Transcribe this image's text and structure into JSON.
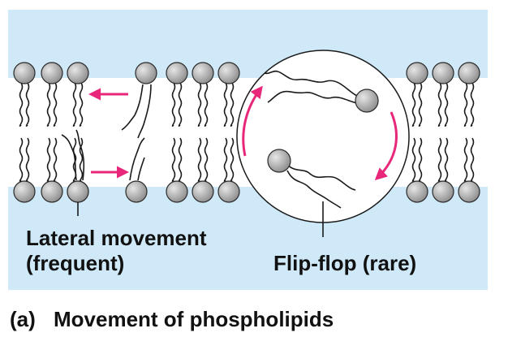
{
  "colors": {
    "background": "#ffffff",
    "panel": "#cfe9f8",
    "bilayer_interior": "#ffffff",
    "head_fill": "#a8a8a8",
    "head_stroke": "#2a2a2a",
    "tail": "#1a1a1a",
    "arrow": "#e8267a",
    "text": "#111111"
  },
  "labels": {
    "lateral_line1": "Lateral movement",
    "lateral_line2": "(frequent)",
    "flipflop": "Flip-flop (rare)"
  },
  "caption": {
    "letter": "(a)",
    "title": "Movement of phospholipids"
  },
  "icons": {
    "head": "phospholipid-head-icon",
    "arrow": "pink-arrow-icon"
  }
}
